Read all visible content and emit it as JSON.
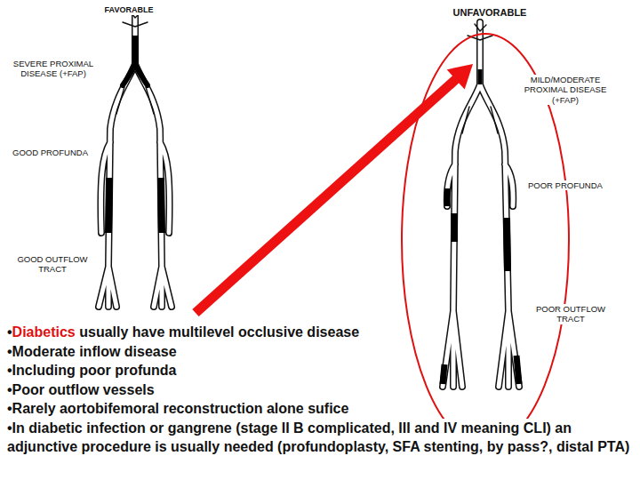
{
  "diagram": {
    "labels": [
      "FAVORABLE",
      "UNFAVORABLE",
      "SEVERE PROXIMAL DISEASE (+FAP)",
      "MILD/MODERATE PROXIMAL DISEASE (+FAP)",
      "GOOD PROFUNDA",
      "POOR PROFUNDA",
      "GOOD OUTFLOW TRACT",
      "POOR OUTFLOW TRACT",
      "•",
      "Diabetics",
      "usually have multilevel occlusive disease",
      "•Moderate inflow disease",
      "•Including poor profunda",
      "•Poor outflow vessels",
      "•Rarely aortobifemoral reconstruction alone sufice",
      "•In diabetic infection or gangrene (stage II B complicated, III and IV meaning CLI) an adjunctive procedure is usually needed (profundoplasty, SFA stenting, by pass?, distal PTA)"
    ]
  }
}
